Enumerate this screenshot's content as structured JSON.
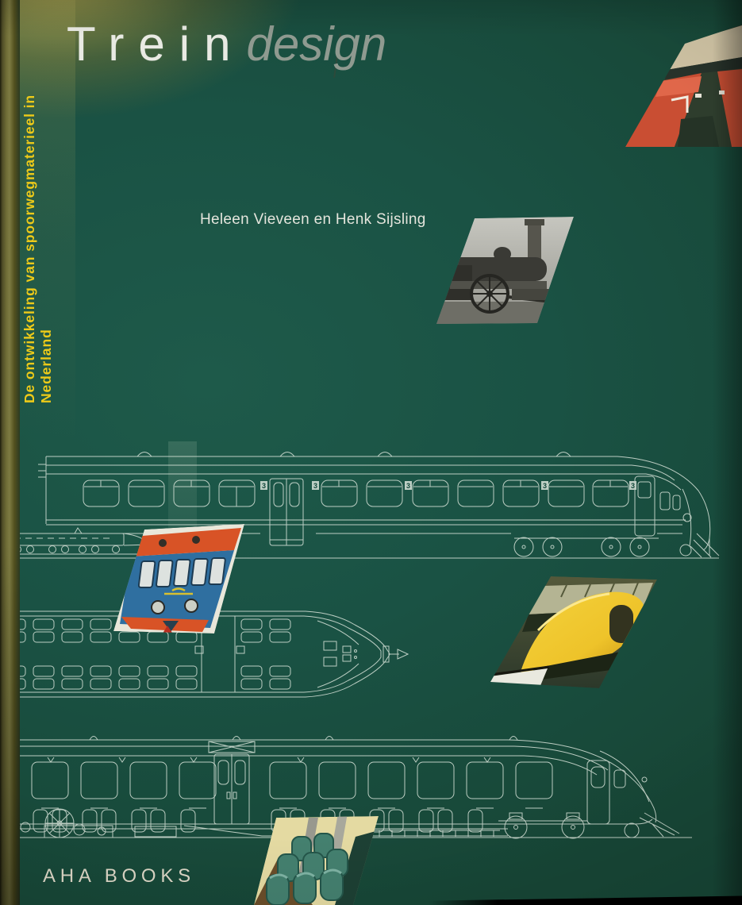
{
  "cover": {
    "spine_subtitle": "De ontwikkeling van spoorwegmaterieel in Nederland",
    "title_part1": "Trein",
    "title_part2": "design",
    "authors": "Heleen Vieveen en Henk Sijsling",
    "publisher": "AHA BOOKS",
    "class_marker": "3"
  },
  "colors": {
    "background_green": "#1a5244",
    "spine_olive": "#6e6c36",
    "subtitle_yellow": "#edca19",
    "title_light": "#e9eae3",
    "title_gray": "#8f9a90",
    "text_white": "#e4e5dc",
    "drawing_line": "#d9e4da",
    "inset_seat_red": "#c94e33",
    "inset_ns_blue": "#2f6fa0",
    "inset_ns_orange": "#d85326",
    "inset_yellow": "#eec32a",
    "inset_seat_teal": "#44806f"
  }
}
